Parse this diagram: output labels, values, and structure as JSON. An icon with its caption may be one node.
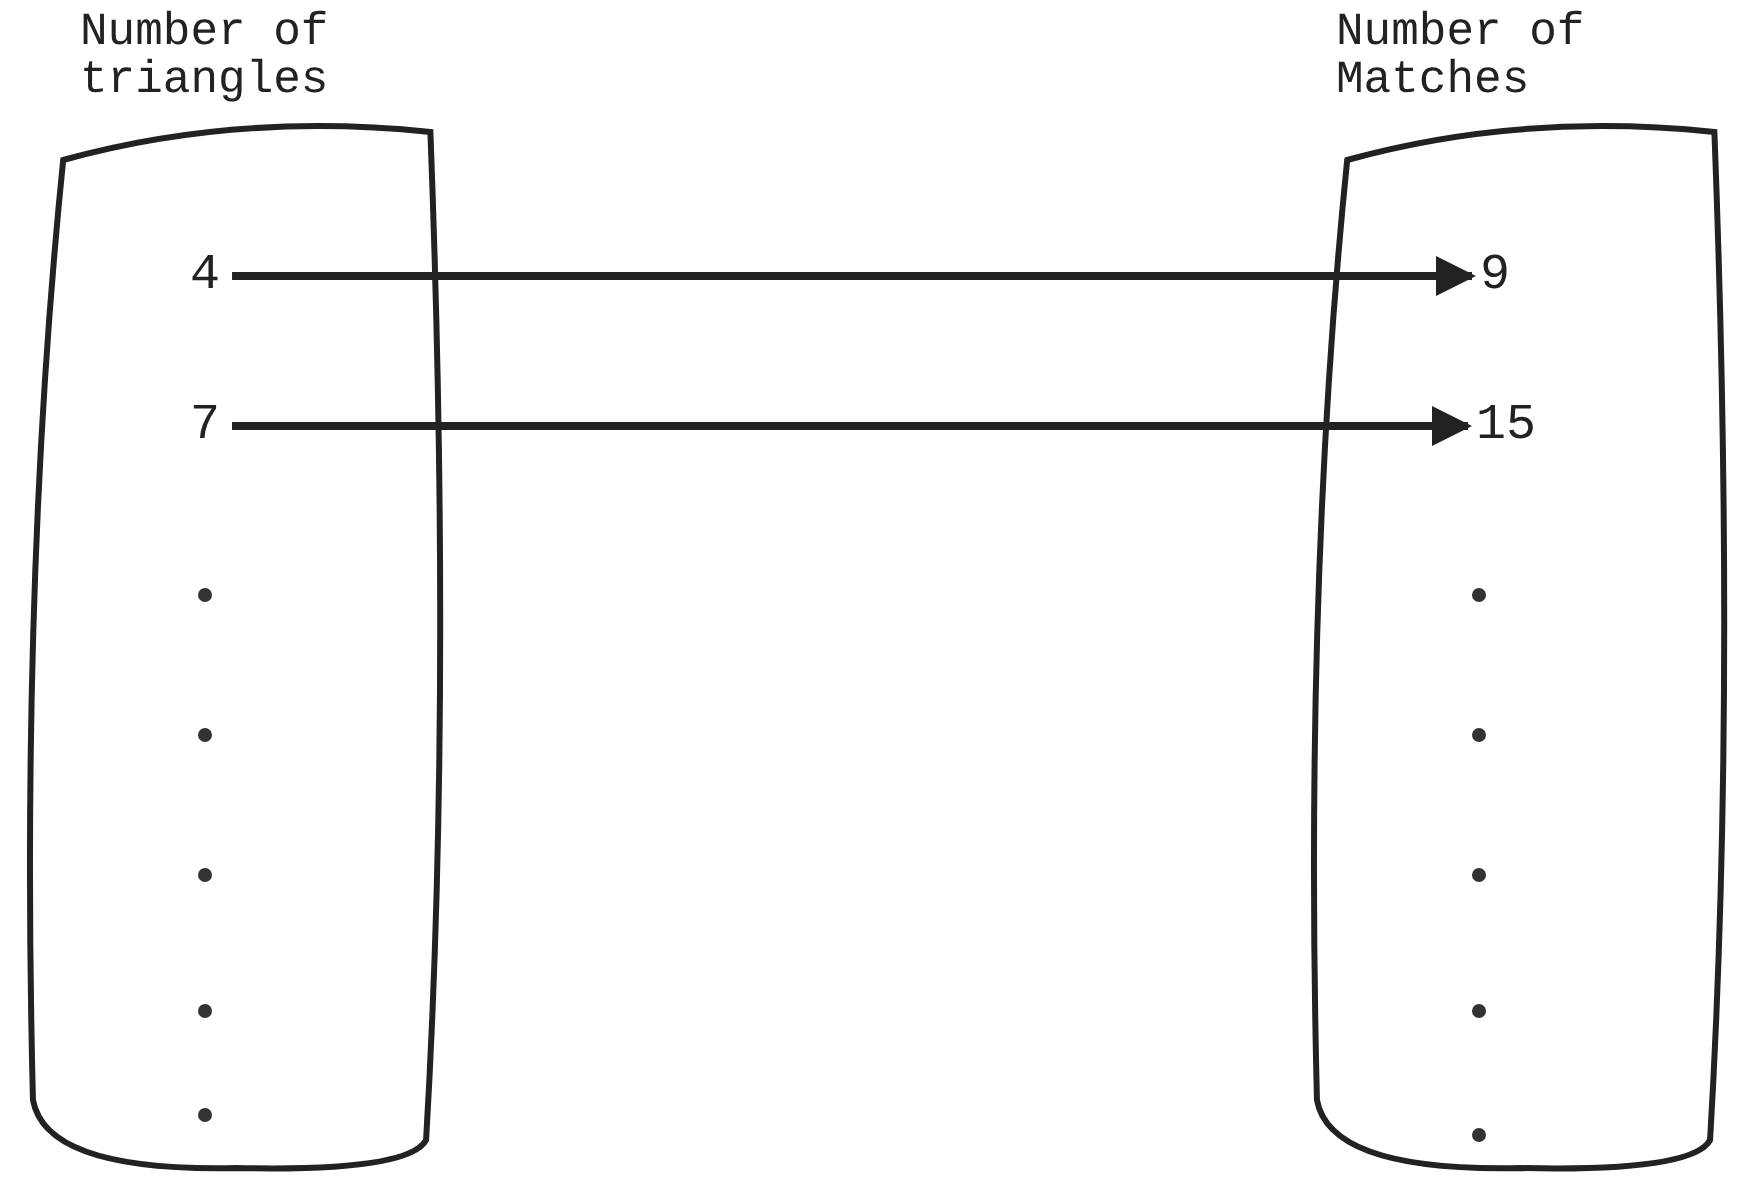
{
  "diagram": {
    "nodes": [
      {
        "text": [
          "Number of triangles"
        ]
      },
      {
        "text": [
          "4"
        ],
        "in": 0
      },
      {
        "text": [
          "7"
        ],
        "in": 0
      },
      {
        "text": [
          "Number of Matches"
        ]
      },
      {
        "text": [
          "9"
        ],
        "in": 3
      },
      {
        "text": [
          "15"
        ],
        "in": 3
      }
    ],
    "edges": [
      {
        "from": 1,
        "to": 4,
        "arrow": "to"
      },
      {
        "from": 2,
        "to": 5,
        "arrow": "to"
      }
    ]
  }
}
